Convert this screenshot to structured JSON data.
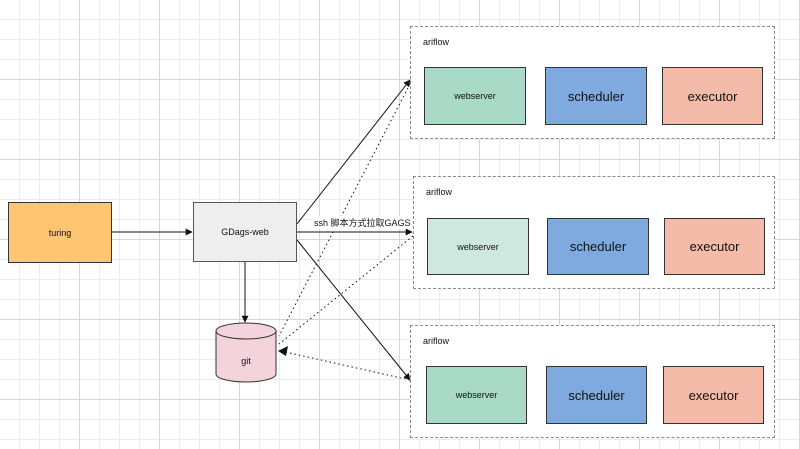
{
  "nodes": {
    "turing": {
      "label": "turing",
      "fill": "#ffc573"
    },
    "gdags_web": {
      "label": "GDags-web",
      "fill": "#eeeeee"
    },
    "git": {
      "label": "git",
      "fill": "#f5d3dc"
    }
  },
  "edge_label": "ssh 脚本方式拉取GAGS",
  "clusters": [
    {
      "title": "ariflow",
      "webserver": "webserver",
      "scheduler": "scheduler",
      "executor": "executor",
      "webserver_fill": "#a9d9c7"
    },
    {
      "title": "ariflow",
      "webserver": "webserver",
      "scheduler": "scheduler",
      "executor": "executor",
      "webserver_fill": "#cfe8df"
    },
    {
      "title": "ariflow",
      "webserver": "webserver",
      "scheduler": "scheduler",
      "executor": "executor",
      "webserver_fill": "#a9d9c7"
    }
  ],
  "colors": {
    "scheduler": "#7eaadf",
    "executor": "#f4bba8",
    "edge": "#111111"
  }
}
